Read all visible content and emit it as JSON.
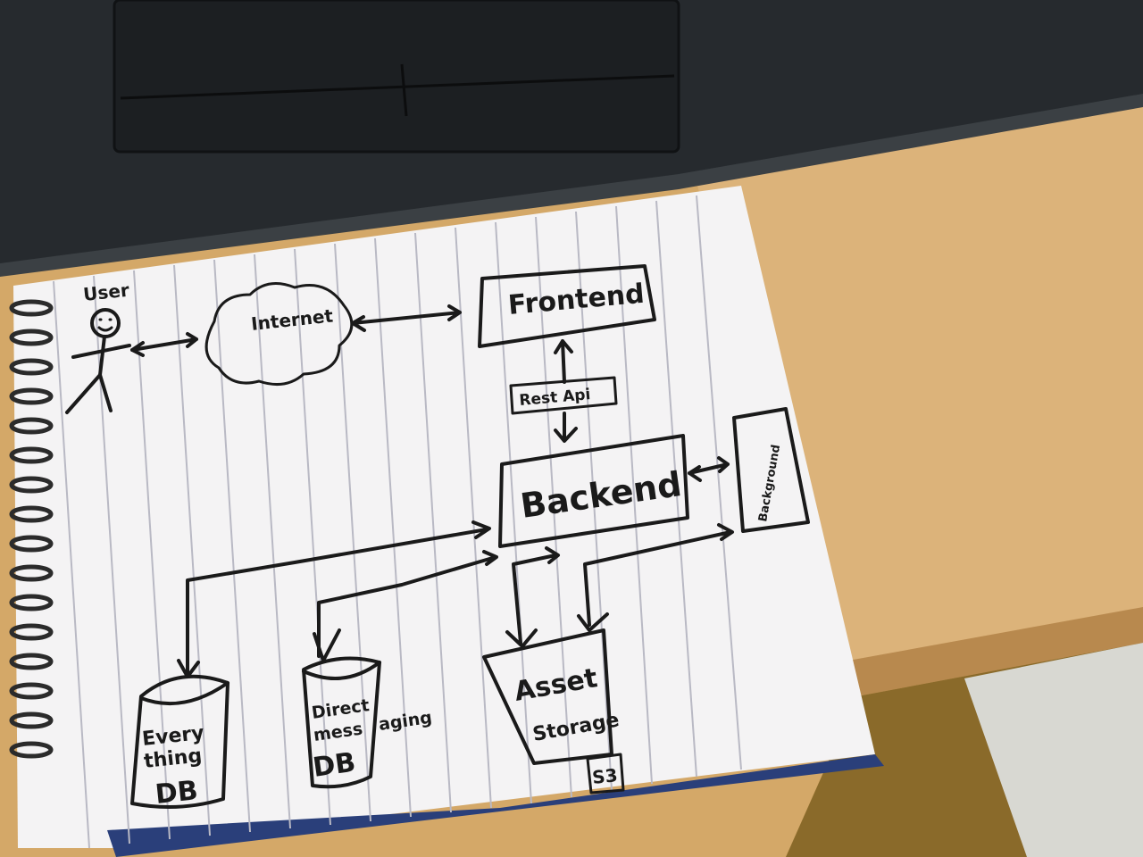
{
  "diagram": {
    "user": "User",
    "internet": "Internet",
    "frontend": "Frontend",
    "rest_api": "Rest Api",
    "backend": "Backend",
    "background": "Background",
    "everything_db": [
      "Every",
      "thing",
      "DB"
    ],
    "direct_messaging_db": [
      "Direct",
      "mess",
      "aging",
      "DB"
    ],
    "asset_storage": [
      "Asset",
      "Storage"
    ],
    "s3": "S3"
  }
}
